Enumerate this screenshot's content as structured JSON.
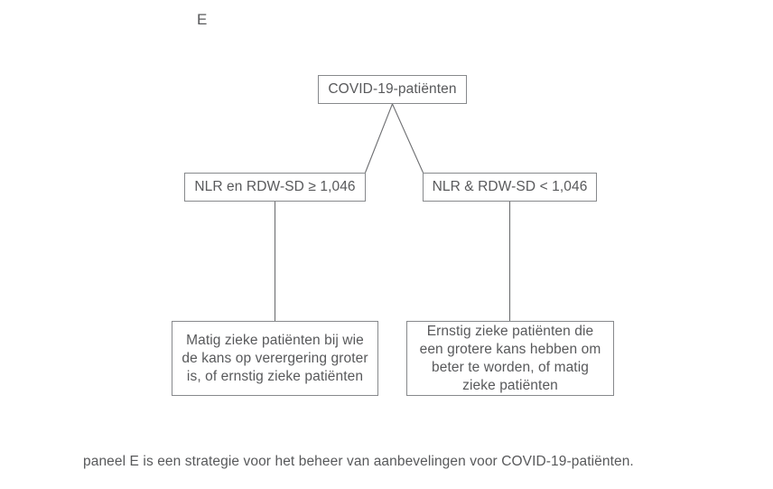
{
  "figure": {
    "panel_label": "E",
    "caption": "paneel E is een strategie voor het beheer van aanbevelingen voor COVID-19-patiënten."
  },
  "colors": {
    "text": "#58595b",
    "border": "#87898c",
    "background": "#ffffff",
    "connector": "#6d6e71"
  },
  "flowchart": {
    "type": "decision-tree",
    "nodes": {
      "root": {
        "id": "covid-19-patients",
        "label": "COVID-19-patiënten"
      },
      "left_criterion": {
        "id": "nlr-rdwsd-high",
        "label": "NLR en RDW-SD ≥ 1,046"
      },
      "right_criterion": {
        "id": "nlr-rdwsd-low",
        "label": "NLR & RDW-SD < 1,046"
      },
      "left_outcome": {
        "id": "moderate-worsening",
        "label": "Matig zieke patiënten bij wie de kans op verergering groter is, of ernstig zieke patiënten"
      },
      "right_outcome": {
        "id": "severe-improving",
        "label": "Ernstig zieke patiënten die een grotere kans hebben om beter te worden, of matig zieke patiënten"
      }
    },
    "edges": [
      {
        "from": "covid-19-patients",
        "to": "nlr-rdwsd-high",
        "style": "diagonal"
      },
      {
        "from": "covid-19-patients",
        "to": "nlr-rdwsd-low",
        "style": "diagonal"
      },
      {
        "from": "nlr-rdwsd-high",
        "to": "moderate-worsening",
        "style": "vertical"
      },
      {
        "from": "nlr-rdwsd-low",
        "to": "severe-improving",
        "style": "vertical"
      }
    ]
  }
}
